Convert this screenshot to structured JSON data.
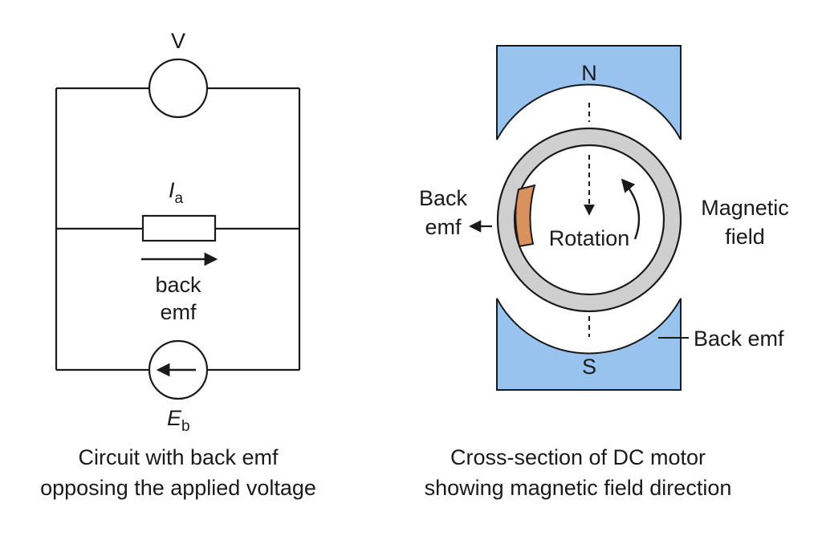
{
  "circuit": {
    "source_label": "V",
    "current_symbol": "I",
    "current_subscript": "a",
    "arrow_label_line1": "back",
    "arrow_label_line2": "emf",
    "emf_symbol": "E",
    "emf_subscript": "b",
    "caption_line1": "Circuit with back emf",
    "caption_line2": "opposing the applied voltage"
  },
  "motor": {
    "north_label": "N",
    "south_label": "S",
    "rotation_label": "Rotation",
    "back_emf_left_line1": "Back",
    "back_emf_left_line2": "emf",
    "field_label_line1": "Magnetic",
    "field_label_line2": "field",
    "back_emf_right": "Back emf",
    "caption_line1": "Cross-section of DC motor",
    "caption_line2": "showing magnetic field direction",
    "colors": {
      "pole": "#98c3ef",
      "armature_ring": "#cfcfcf",
      "conductor": "#d9915d"
    }
  }
}
